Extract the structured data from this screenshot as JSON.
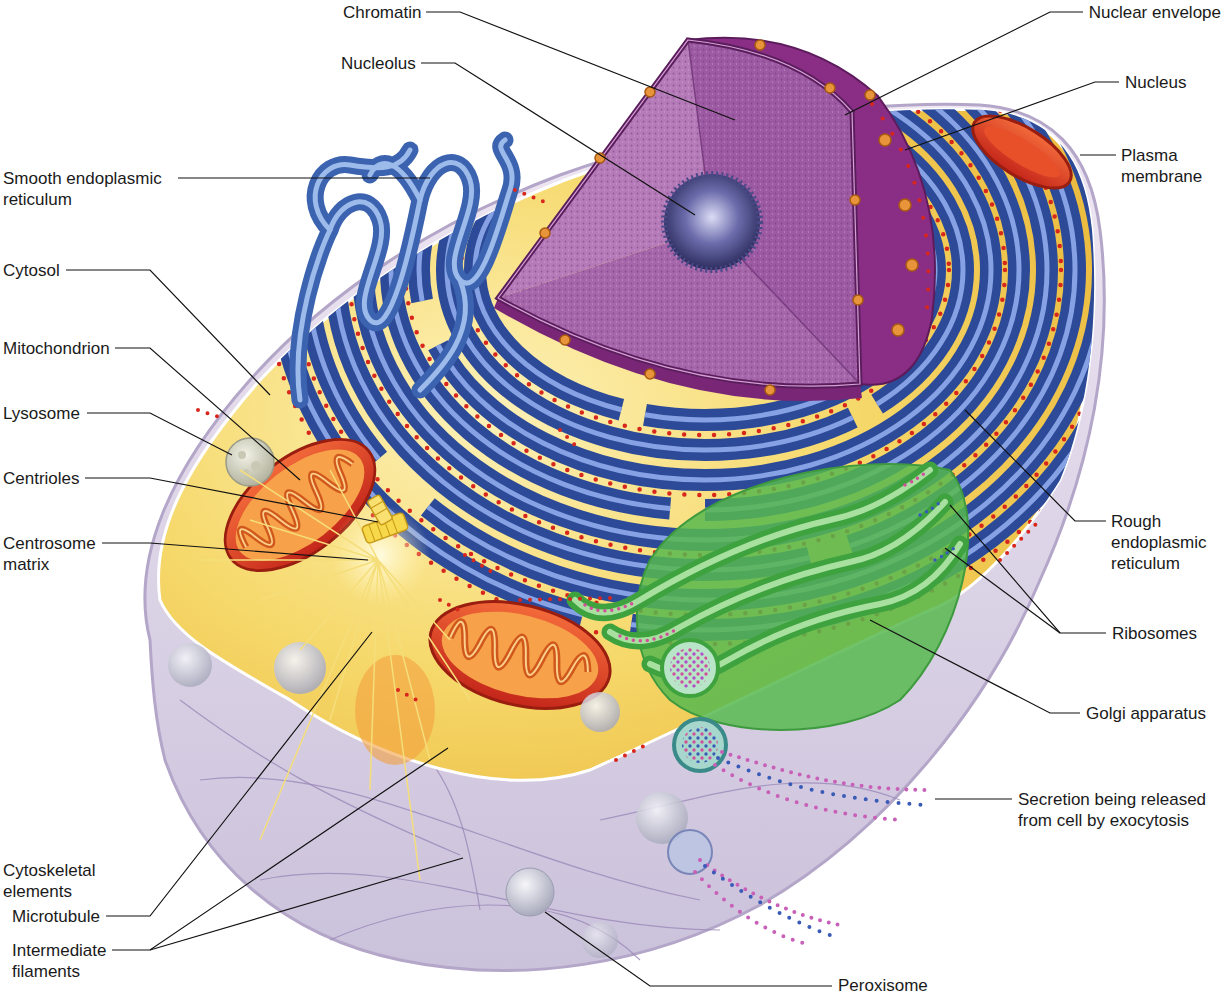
{
  "diagram": {
    "labels": [
      "Chromatin",
      "Nuclear envelope",
      "Nucleolus",
      "Nucleus",
      "Smooth endoplasmic reticulum",
      "Plasma membrane",
      "Cytosol",
      "Mitochondrion",
      "Lysosome",
      "Centrioles",
      "Rough endoplasmic reticulum",
      "Centrosome matrix",
      "Ribosomes",
      "Golgi apparatus",
      "Secretion being released from cell by exocytosis",
      "Cytoskeletal elements",
      "Microtubule",
      "Intermediate filaments",
      "Peroxisome"
    ]
  }
}
